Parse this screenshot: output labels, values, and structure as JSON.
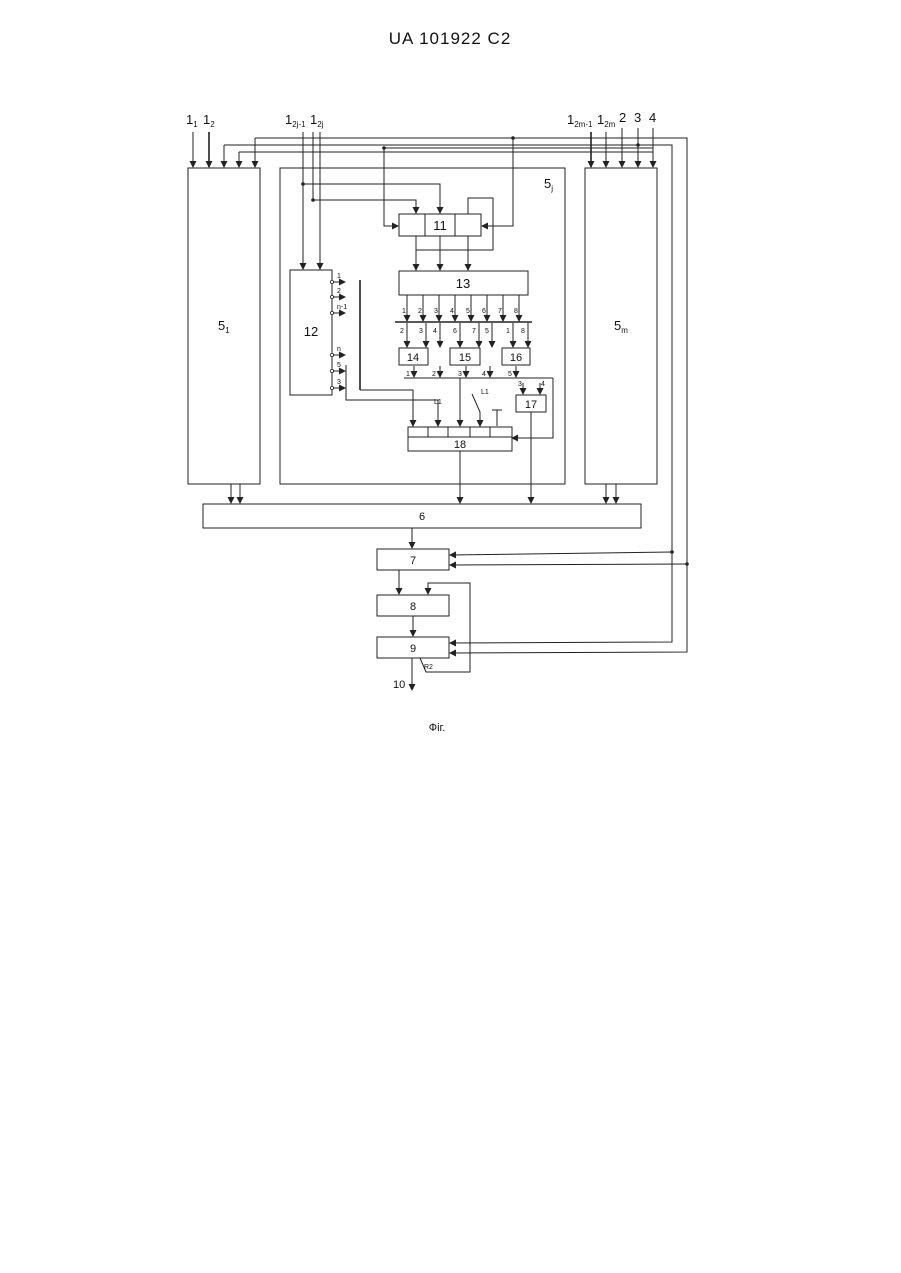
{
  "header": {
    "patent": "UA 101922 C2"
  },
  "caption": "Фіг.",
  "inputs": {
    "in_1_1": "1",
    "in_1_1_sub": "1",
    "in_1_2": "1",
    "in_1_2_sub": "2",
    "in_1_2j1": "1",
    "in_1_2j1_sub": "2j-1",
    "in_1_2j": "1",
    "in_1_2j_sub": "2j",
    "in_1_2m1": "1",
    "in_1_2m1_sub": "2m-1",
    "in_1_2m": "1",
    "in_1_2m_sub": "2m",
    "in_2": "2",
    "in_3": "3",
    "in_4": "4"
  },
  "blocks": {
    "b5_1": "5",
    "b5_1_sub": "1",
    "b5_j": "5",
    "b5_j_sub": "j",
    "b5_m": "5",
    "b5_m_sub": "m",
    "b6": "6",
    "b7": "7",
    "b8": "8",
    "b9": "9",
    "b11": "11",
    "b12": "12",
    "b13": "13",
    "b14": "14",
    "b15": "15",
    "b16": "16",
    "b17": "17",
    "b18": "18",
    "out10": "10"
  },
  "labels": {
    "l1_a": "L1",
    "l1_b": "L1",
    "r2": "R2",
    "b13_out": [
      "1",
      "2",
      "3",
      "4",
      "5",
      "6",
      "7",
      "8"
    ],
    "b14_in": [
      "2",
      "3",
      "4"
    ],
    "b15_in": [
      "6",
      "7",
      "5"
    ],
    "b16_in": [
      "1",
      "8"
    ],
    "row_bottom": [
      "1",
      "2",
      "3",
      "4",
      "5"
    ],
    "b17_in": [
      "3",
      "4"
    ],
    "b12_out": [
      "1",
      "2",
      "n-1",
      "n",
      "5",
      "3"
    ]
  }
}
